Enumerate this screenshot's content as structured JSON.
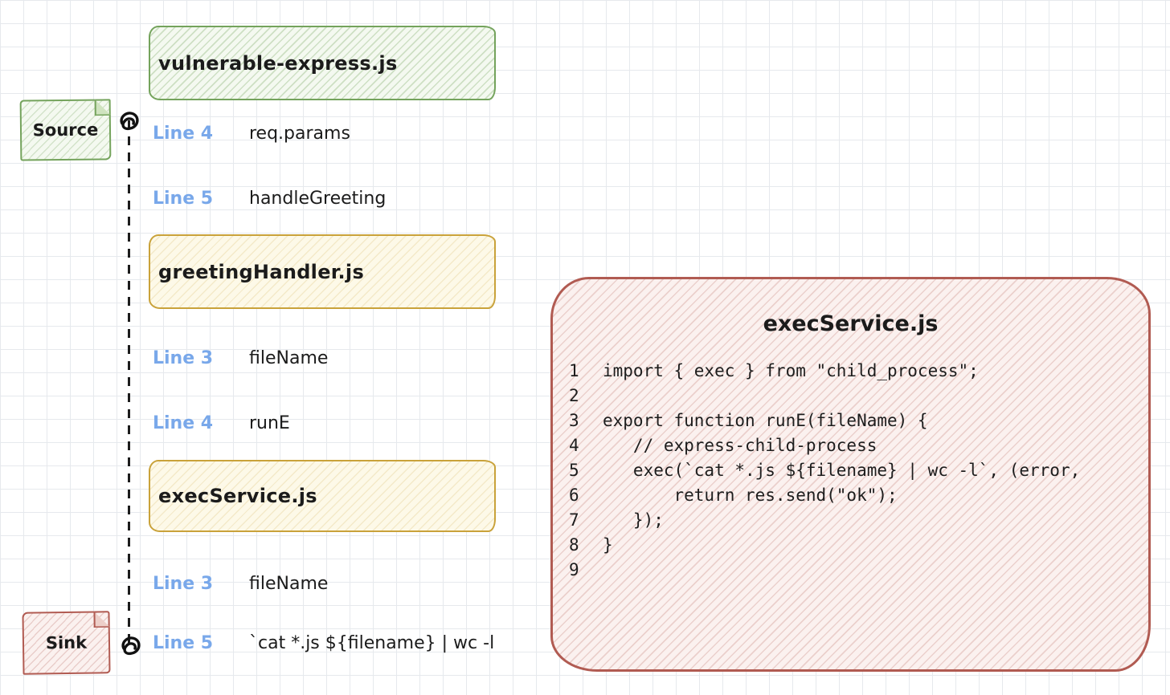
{
  "colors": {
    "green": "#74a35c",
    "yellow": "#c9a23a",
    "red": "#b15b52",
    "line_ref_blue": "#79a8ea",
    "ink": "#1b1b1b",
    "grid": "#e6e9ed"
  },
  "source": {
    "label": "Source"
  },
  "sink": {
    "label": "Sink"
  },
  "files": [
    {
      "label": "vulnerable-express.js",
      "color": "green"
    },
    {
      "label": "greetingHandler.js",
      "color": "yellow"
    },
    {
      "label": "execService.js",
      "color": "yellow"
    }
  ],
  "trace": {
    "steps": [
      {
        "line": "Line 4",
        "value": "req.params"
      },
      {
        "line": "Line 5",
        "value": "handleGreeting"
      },
      {
        "line": "Line 3",
        "value": "fileName"
      },
      {
        "line": "Line 4",
        "value": "runE"
      },
      {
        "line": "Line 3",
        "value": "fileName"
      },
      {
        "line": "Line 5",
        "value": "`cat *.js ${filename} | wc -l"
      }
    ]
  },
  "code_panel": {
    "title": "execService.js",
    "lines": [
      {
        "num": "1",
        "code": "import { exec } from \"child_process\";"
      },
      {
        "num": "2",
        "code": ""
      },
      {
        "num": "3",
        "code": "export function runE(fileName) {"
      },
      {
        "num": "4",
        "code": "   // express-child-process"
      },
      {
        "num": "5",
        "code": "   exec(`cat *.js ${filename} | wc -l`, (error,"
      },
      {
        "num": "6",
        "code": "       return res.send(\"ok\");"
      },
      {
        "num": "7",
        "code": "   });"
      },
      {
        "num": "8",
        "code": "}"
      },
      {
        "num": "9",
        "code": ""
      }
    ]
  }
}
